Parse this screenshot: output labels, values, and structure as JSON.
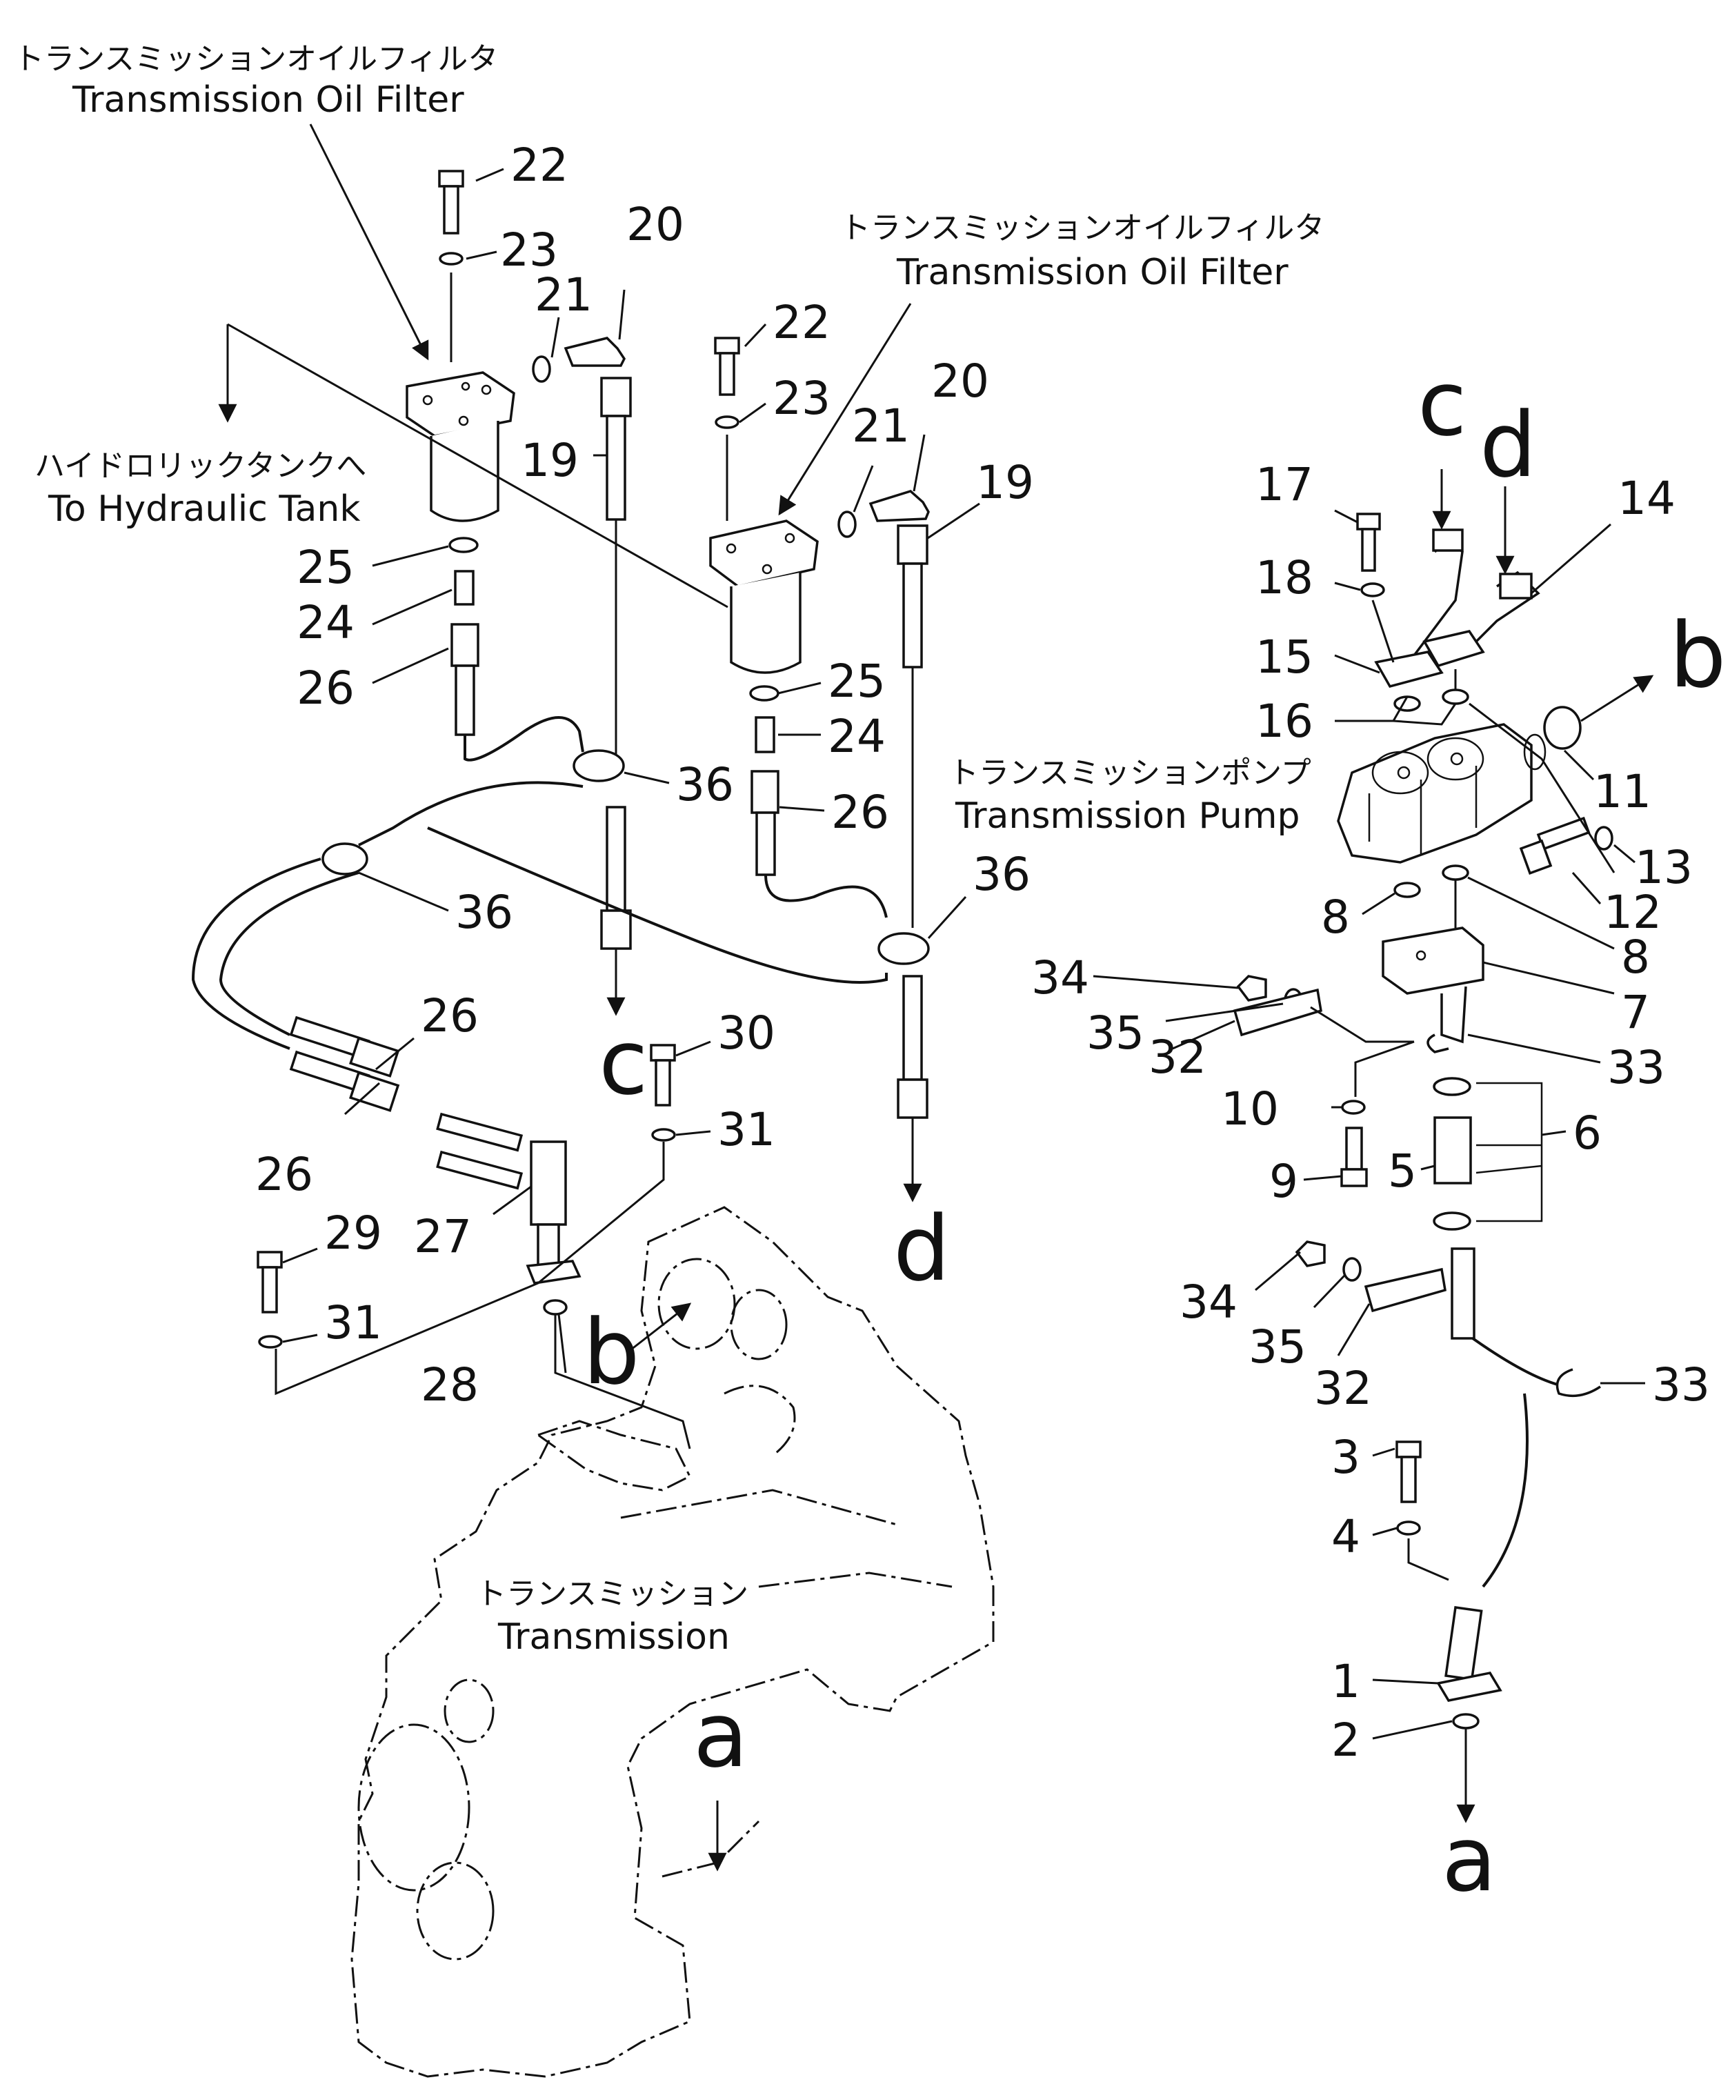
{
  "captions": {
    "filter1_jp": "トランスミッションオイルフィルタ",
    "filter1_en": "Transmission Oil Filter",
    "filter2_jp": "トランスミッションオイルフィルタ",
    "filter2_en": "Transmission Oil Filter",
    "tank_jp": "ハイドロリックタンクへ",
    "tank_en": "To Hydraulic Tank",
    "pump_jp": "トランスミッションポンプ",
    "pump_en": "Transmission Pump",
    "trans_jp": "トランスミッション",
    "trans_en": "Transmission"
  },
  "part_numbers": {
    "n22a": "22",
    "n23a": "23",
    "n20a": "20",
    "n21a": "21",
    "n19a": "19",
    "n25a": "25",
    "n24a": "24",
    "n26a": "26",
    "n36a": "36",
    "n22b": "22",
    "n23b": "23",
    "n20b": "20",
    "n21b": "21",
    "n19b": "19",
    "n25b": "25",
    "n24b": "24",
    "n26b": "26",
    "n36b": "36",
    "n36c": "36",
    "n26c": "26",
    "n26d": "26",
    "n27": "27",
    "n28": "28",
    "n29": "29",
    "n30": "30",
    "n31a": "31",
    "n31b": "31",
    "n17": "17",
    "n18": "18",
    "n15": "15",
    "n16": "16",
    "n14": "14",
    "n11": "11",
    "n13": "13",
    "n12": "12",
    "n8a": "8",
    "n8b": "8",
    "n7": "7",
    "n33a": "33",
    "n34a": "34",
    "n35a": "35",
    "n32a": "32",
    "n10": "10",
    "n9": "9",
    "n5": "5",
    "n6": "6",
    "n34b": "34",
    "n35b": "35",
    "n32b": "32",
    "n33b": "33",
    "n3": "3",
    "n4": "4",
    "n1": "1",
    "n2": "2"
  },
  "connection_letters": {
    "c_down": "c",
    "d_down": "d",
    "c_in": "c",
    "d_in": "d",
    "b_out": "b",
    "b_in": "b",
    "a_trans": "a",
    "a_down": "a"
  }
}
